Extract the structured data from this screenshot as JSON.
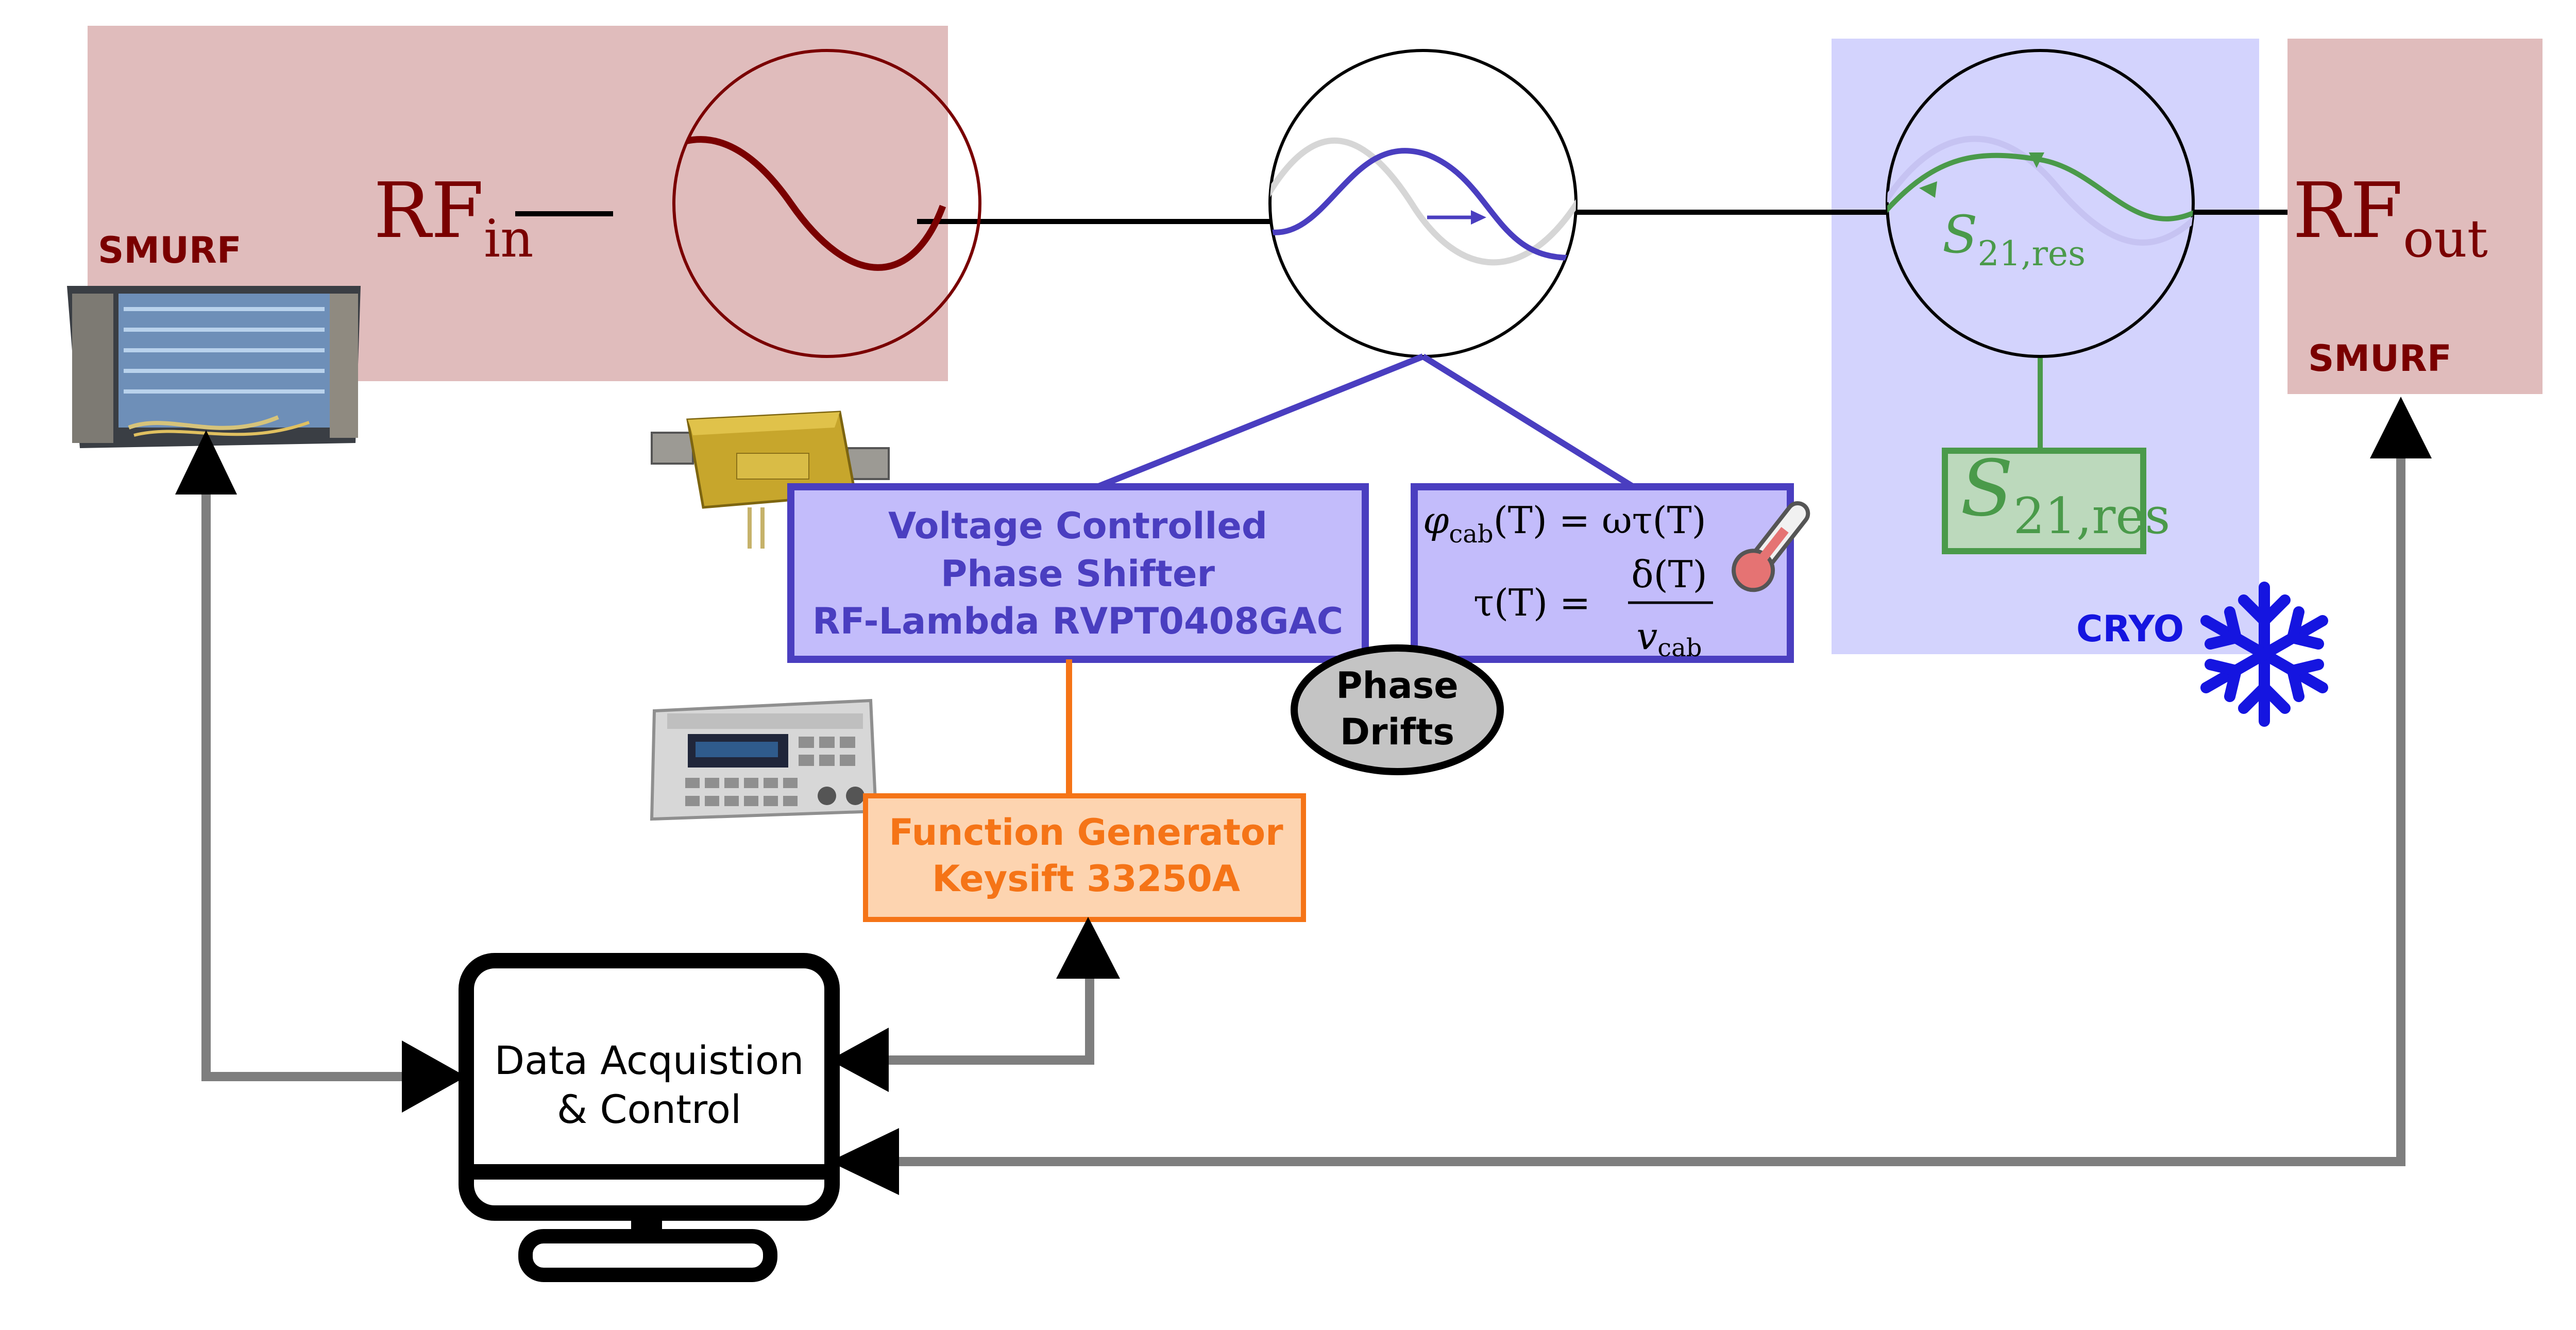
{
  "labels": {
    "rf_in_main": "RF",
    "rf_in_sub": "in",
    "rf_out_main": "RF",
    "rf_out_sub": "out",
    "smurf_left": "SMURF",
    "smurf_right": "SMURF",
    "cryo": "CRYO",
    "s21_circle_main": "S",
    "s21_circle_sub": "21,res",
    "s21_box_main": "S",
    "s21_box_sub": "21,res",
    "vcps_line1": "Voltage Controlled",
    "vcps_line2": "Phase Shifter",
    "vcps_line3": "RF-Lambda RVPT0408GAC",
    "eq1_lhs": "φ",
    "eq1_lhs_sub": "cab",
    "eq1_lhs_arg": "(T) = ωτ(T)",
    "eq2_lhs": "τ(T) =",
    "eq2_num": "δ(T)",
    "eq2_den": "v",
    "eq2_den_sub": "cab",
    "phase_drifts_line1": "Phase",
    "phase_drifts_line2": "Drifts",
    "fg_line1": "Function Generator",
    "fg_line2": "Keysift 33250A",
    "daq_line1": "Data Acquistion",
    "daq_line2": "& Control"
  },
  "icons": [
    "smurf-crate-photo",
    "phase-shifter-photo",
    "function-generator-photo",
    "thermometer-icon",
    "snowflake-icon",
    "computer-monitor-icon"
  ],
  "colors": {
    "dark_red": "#7a0000",
    "smurf_bg": "#e0bcbc",
    "purple": "#4a3ec0",
    "purple_fill": "#c3bcfb",
    "cryo_bg": "#d3d3fd",
    "green": "#4a9a4a",
    "green_fill": "#bcd9bc",
    "orange": "#f57417",
    "orange_fill": "#fdd4b0",
    "blue": "#1515e0",
    "grey_line": "#7e7e7e"
  }
}
